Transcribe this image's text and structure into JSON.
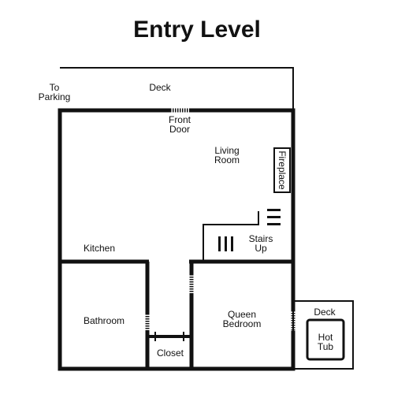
{
  "title": "Entry Level",
  "rooms": {
    "deck_top": "Deck",
    "to_parking": "To\nParking",
    "front_door": "Front\nDoor",
    "living_room": "Living\nRoom",
    "fireplace": "Fireplace",
    "stairs_up": "Stairs\nUp",
    "kitchen": "Kitchen",
    "bathroom": "Bathroom",
    "closet": "Closet",
    "queen_bedroom": "Queen\nBedroom",
    "deck_side": "Deck",
    "hot_tub": "Hot\nTub"
  },
  "colors": {
    "wall": "#111111",
    "background": "#ffffff"
  }
}
